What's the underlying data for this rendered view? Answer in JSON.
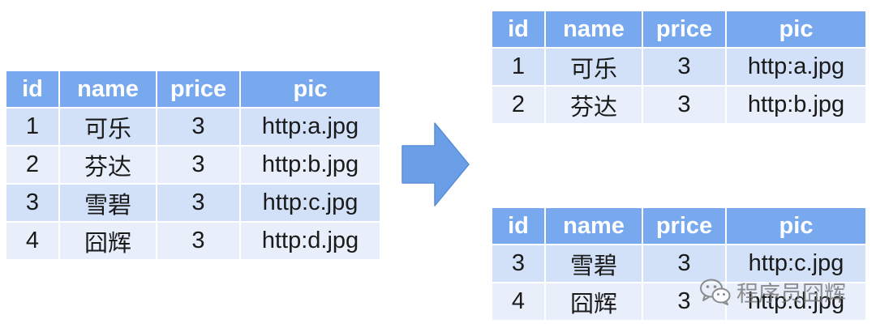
{
  "colors": {
    "header_bg": "#78a9ef",
    "row_odd_bg": "#d2e1f8",
    "row_even_bg": "#e8effb",
    "arrow": "#6a9fe8",
    "watermark": "#7a7a7a"
  },
  "arrow_icon": "right-arrow-icon",
  "watermark": {
    "icon": "wechat-icon",
    "text": "程序员囧辉"
  },
  "tables": {
    "source": {
      "headers": [
        "id",
        "name",
        "price",
        "pic"
      ],
      "rows": [
        [
          "1",
          "可乐",
          "3",
          "http:a.jpg"
        ],
        [
          "2",
          "芬达",
          "3",
          "http:b.jpg"
        ],
        [
          "3",
          "雪碧",
          "3",
          "http:c.jpg"
        ],
        [
          "4",
          "囧辉",
          "3",
          "http:d.jpg"
        ]
      ]
    },
    "top": {
      "headers": [
        "id",
        "name",
        "price",
        "pic"
      ],
      "rows": [
        [
          "1",
          "可乐",
          "3",
          "http:a.jpg"
        ],
        [
          "2",
          "芬达",
          "3",
          "http:b.jpg"
        ]
      ]
    },
    "bottom": {
      "headers": [
        "id",
        "name",
        "price",
        "pic"
      ],
      "rows": [
        [
          "3",
          "雪碧",
          "3",
          "http:c.jpg"
        ],
        [
          "4",
          "囧辉",
          "3",
          "http:d.jpg"
        ]
      ]
    }
  }
}
